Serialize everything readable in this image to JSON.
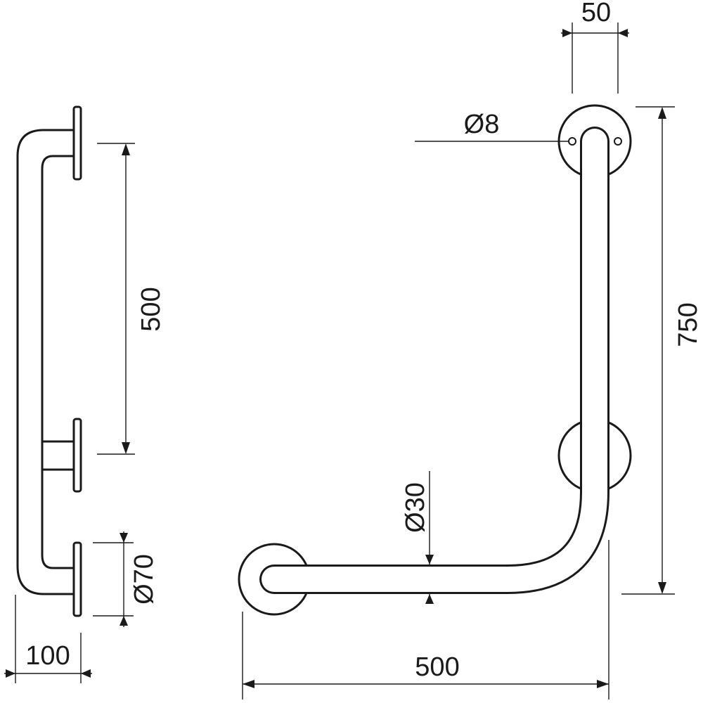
{
  "drawing": {
    "side_view": {
      "dim_center_spacing": "500",
      "dim_flange_diameter": "Ø70",
      "dim_projection": "100"
    },
    "front_view": {
      "dim_screw_spacing": "50",
      "dim_hole_diameter": "Ø8",
      "dim_tube_diameter": "Ø30",
      "dim_height": "750",
      "dim_width": "500"
    }
  }
}
